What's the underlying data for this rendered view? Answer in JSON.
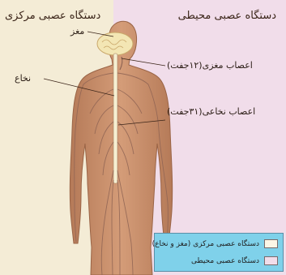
{
  "titles": {
    "central": "دستگاه عصبی مرکزی",
    "peripheral": "دستگاه عصبی محیطی"
  },
  "labels": {
    "brain": "مغز",
    "spinal_cord": "نخاع",
    "cranial_nerves": "اعصاب مغزی(۱۲جفت)",
    "spinal_nerves": "اعصاب نخاعی(۳۱جفت)"
  },
  "legend": {
    "central": "دستگاه عصبی مرکزی (مغز و نخاع)",
    "peripheral": "دستگاه عصبی محیطی"
  },
  "colors": {
    "central_bg": "#f4ecd6",
    "peripheral_bg": "#f1ddea",
    "legend_bg": "#7fd1ea",
    "central_swatch": "#fbf6e6",
    "peripheral_swatch": "#f1ddea",
    "skin": "#c98f6c",
    "skin_shadow": "#a86e4e",
    "brain": "#f3e6b4",
    "nerve": "#8f6454"
  }
}
